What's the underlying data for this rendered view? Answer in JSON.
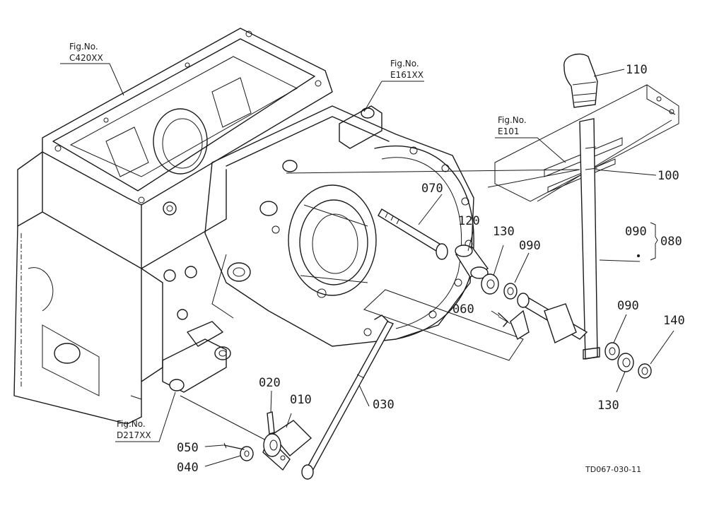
{
  "fig_refs": {
    "c420": {
      "line1": "Fig.No.",
      "line2": "C420XX"
    },
    "e161": {
      "line1": "Fig.No.",
      "line2": "E161XX"
    },
    "e101": {
      "line1": "Fig.No.",
      "line2": "E101"
    },
    "d217": {
      "line1": "Fig.No.",
      "line2": "D217XX"
    }
  },
  "parts": {
    "p010": "010",
    "p020": "020",
    "p030": "030",
    "p040": "040",
    "p050": "050",
    "p060": "060",
    "p070": "070",
    "p080": "080",
    "p090_a": "090",
    "p090_b": "090",
    "p090_c": "090",
    "p100": "100",
    "p110": "110",
    "p120": "120",
    "p130_a": "130",
    "p130_b": "130",
    "p140": "140"
  },
  "drawing_code": "TD067-030-11"
}
